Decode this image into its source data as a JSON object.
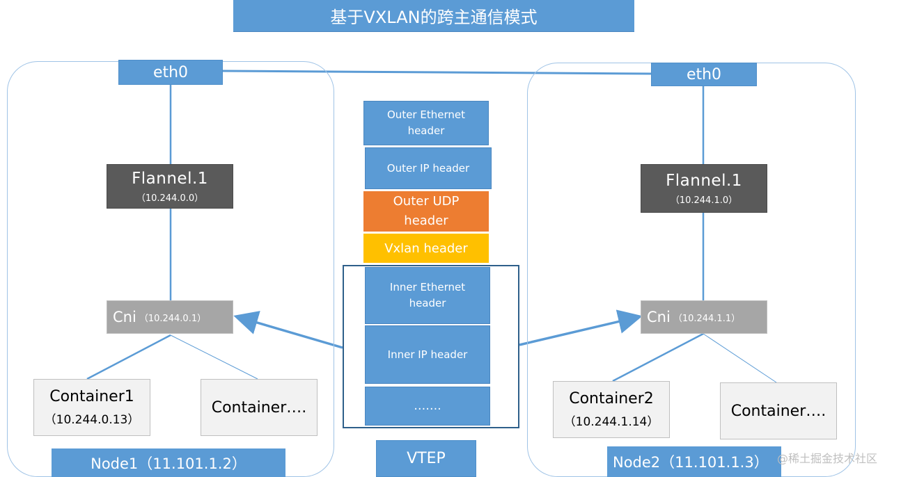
{
  "title": "基于VXLAN的跨主通信模式",
  "node1": {
    "eth0": "eth0",
    "flannel_name": "Flannel.1",
    "flannel_ip": "（10.244.0.0）",
    "cni_name": "Cni",
    "cni_ip": "（10.244.0.1）",
    "container1_name": "Container1",
    "container1_ip": "（10.244.0.13）",
    "container_other": "Container….",
    "label": "Node1（11.101.1.2）"
  },
  "node2": {
    "eth0": "eth0",
    "flannel_name": "Flannel.1",
    "flannel_ip": "（10.244.1.0）",
    "cni_name": "Cni",
    "cni_ip": "（10.244.1.1）",
    "container2_name": "Container2",
    "container2_ip": "（10.244.1.14）",
    "container_other": "Container….",
    "label": "Node2（11.101.1.3）"
  },
  "packet": {
    "outer_ethernet_line1": "Outer Ethernet",
    "outer_ethernet_line2": "header",
    "outer_ip": "Outer IP header",
    "outer_udp_line1": "Outer UDP",
    "outer_udp_line2": "header",
    "vxlan": "Vxlan header",
    "inner_ethernet_line1": "Inner  Ethernet",
    "inner_ethernet_line2": "header",
    "inner_ip": "Inner  IP header",
    "ellipsis": "…….",
    "vtep": "VTEP"
  },
  "watermark": "@稀土掘金技术社区",
  "colors": {
    "blue": "#5b9bd5",
    "dark_gray": "#5a5a5a",
    "light_gray": "#a6a6a6",
    "orange": "#ed7d31",
    "yellow": "#ffc000",
    "vtep_border": "#2e5f8a"
  }
}
